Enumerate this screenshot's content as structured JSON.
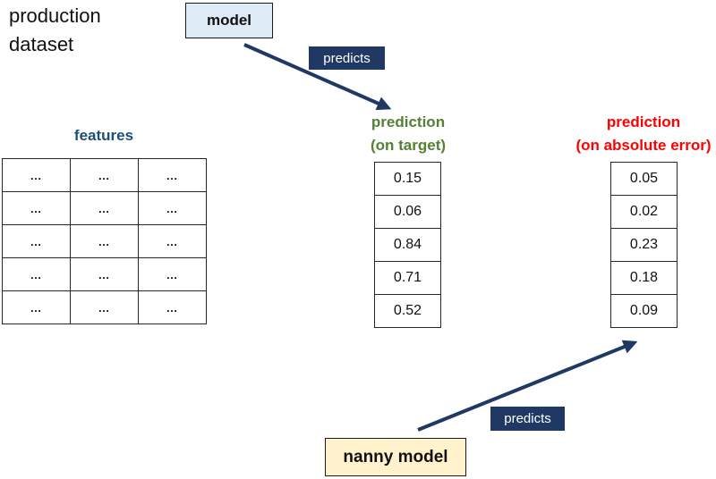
{
  "production_label": {
    "line1": "production",
    "line2": "dataset"
  },
  "model_box": {
    "label": "model",
    "fill": "#DEEAF6"
  },
  "nanny_box": {
    "label": "nanny model",
    "fill": "#FFF2CC"
  },
  "arrows": {
    "color": "#1F3864",
    "top_label": "predicts",
    "bottom_label": "predicts"
  },
  "features": {
    "label": "features",
    "color": "#1F4E79",
    "cell": "…",
    "rows": 5,
    "cols": 3
  },
  "target_column": {
    "title_line1": "prediction",
    "title_line2": "(on target)",
    "color": "#538135",
    "values": [
      "0.15",
      "0.06",
      "0.84",
      "0.71",
      "0.52"
    ]
  },
  "error_column": {
    "title_line1": "prediction",
    "title_line2": "(on absolute  error)",
    "color": "#FF0000",
    "values": [
      "0.05",
      "0.02",
      "0.23",
      "0.18",
      "0.09"
    ]
  }
}
